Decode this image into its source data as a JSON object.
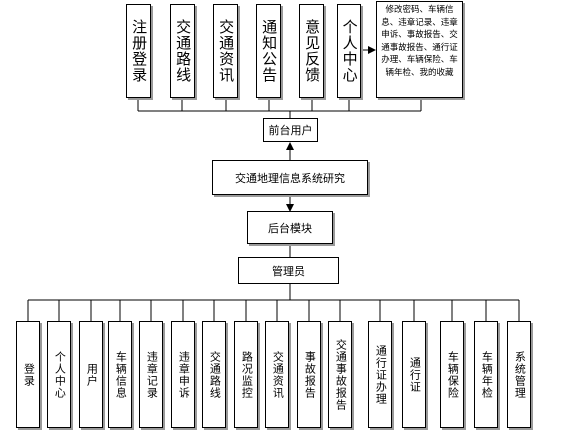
{
  "top_modules": [
    "注册登录",
    "交通路线",
    "交通资讯",
    "通知公告",
    "意见反馈",
    "个人中心"
  ],
  "personal_center_note": "修改密码、车辆信息、违章记录、违章申诉、事故报告、交通事故报告、通行证办理、车辆保险、车辆年检、我的收藏",
  "front_user": "前台用户",
  "system_title": "交通地理信息系统研究",
  "backend": "后台模块",
  "admin": "管理员",
  "bottom_modules": [
    "登录",
    "个人中心",
    "用户",
    "车辆信息",
    "违章记录",
    "违章申诉",
    "交通路线",
    "路况监控",
    "交通资讯",
    "事故报告",
    "交通事故报告",
    "通行证办理",
    "通行证",
    "车辆保险",
    "车辆年检",
    "系统管理"
  ]
}
